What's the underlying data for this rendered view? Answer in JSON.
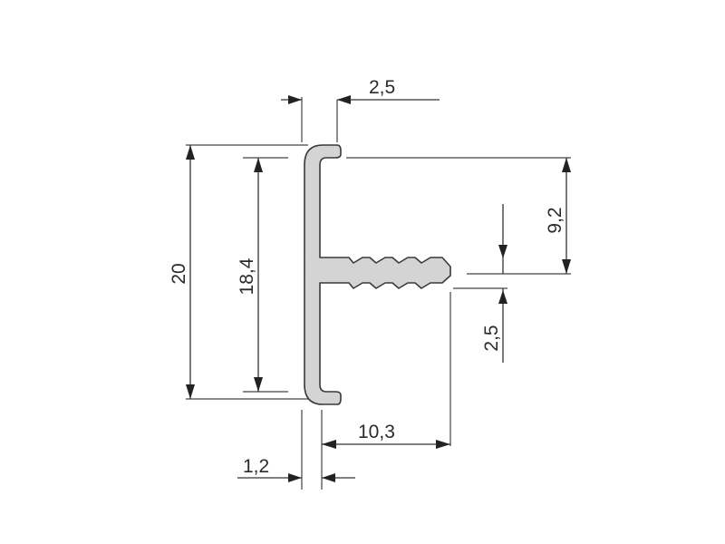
{
  "drawing": {
    "profile_fill": "#d4d4d4",
    "profile_stroke": "#3a3a3a",
    "line_color": "#333333",
    "dimensions": {
      "top_width": "2,5",
      "total_height": "20",
      "inner_height": "18,4",
      "upper_offset": "9,2",
      "stem_gap": "2,5",
      "stem_length": "10,3",
      "wall_thickness": "1,2"
    }
  }
}
